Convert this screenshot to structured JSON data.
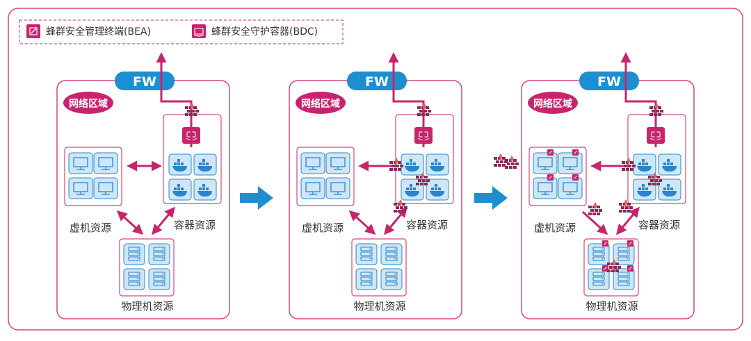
{
  "legend": {
    "bea_label": "蜂群安全管理终端(BEA)",
    "bdc_label": "蜂群安全守护容器(BDC)",
    "bea_icon": "bea-terminal-icon",
    "bdc_icon": "bdc-container-icon"
  },
  "panels": [
    {
      "fw_label": "FW",
      "zone_label": "网络区域",
      "vm_label": "虚机资源",
      "container_label": "容器资源",
      "physical_label": "物理机资源"
    },
    {
      "fw_label": "FW",
      "zone_label": "网络区域",
      "vm_label": "虚机资源",
      "container_label": "容器资源",
      "physical_label": "物理机资源"
    },
    {
      "fw_label": "FW",
      "zone_label": "网络区域",
      "vm_label": "虚机资源",
      "container_label": "容器资源",
      "physical_label": "物理机资源"
    }
  ],
  "colors": {
    "magenta": "#c8246e",
    "border": "#d2477f",
    "blue": "#1d8fd0",
    "icon_fill": "#cfe6f6",
    "icon_stroke": "#2a86c9",
    "fire": "#e8604c"
  }
}
